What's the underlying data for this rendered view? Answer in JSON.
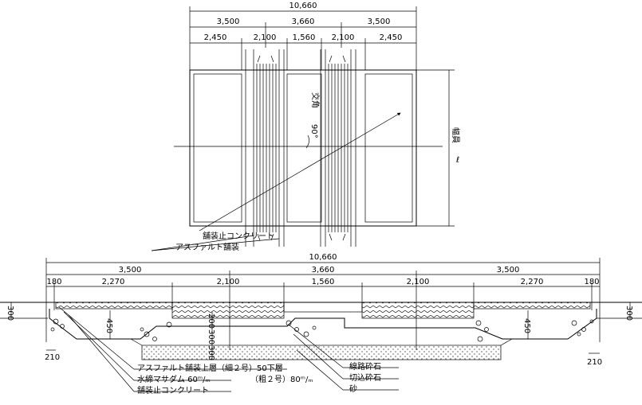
{
  "plan": {
    "dims_top": {
      "total": "10,660",
      "row2": [
        "3,500",
        "3,660",
        "3,500"
      ],
      "row3": [
        "2,450",
        "2,100",
        "1,560",
        "2,100",
        "2,450"
      ]
    },
    "crossing_angle_label": "交角",
    "angle_value": "90°",
    "width_label": "幅員",
    "width_symbol": "ℓ",
    "callout_stop_concrete": "舗装止コンクリート",
    "callout_asphalt": "アスファルト舗装"
  },
  "section": {
    "dims_top": {
      "total": "10,660",
      "row2": [
        "3,500",
        "3,660",
        "3,500"
      ],
      "row3": [
        "180",
        "2,270",
        "2,100",
        "1,560",
        "2,100",
        "2,270",
        "180"
      ]
    },
    "side_dims": {
      "left_300": "300",
      "right_300": "300",
      "left_450": "450",
      "right_450": "450",
      "center_200": "200",
      "center_300a": "300",
      "center_300b": "300",
      "left_210": "210",
      "right_210": "210"
    },
    "legend_left": [
      "アスファルト舗装上層（細２号）50下層",
      "水締マサダム 60ᵐ/ₘ",
      "舗装止コンクリート"
    ],
    "legend_mid": "（粗２号）80ᵐ/ₘ",
    "legend_right": [
      "線路砕石",
      "切込砕石",
      "砂"
    ]
  }
}
